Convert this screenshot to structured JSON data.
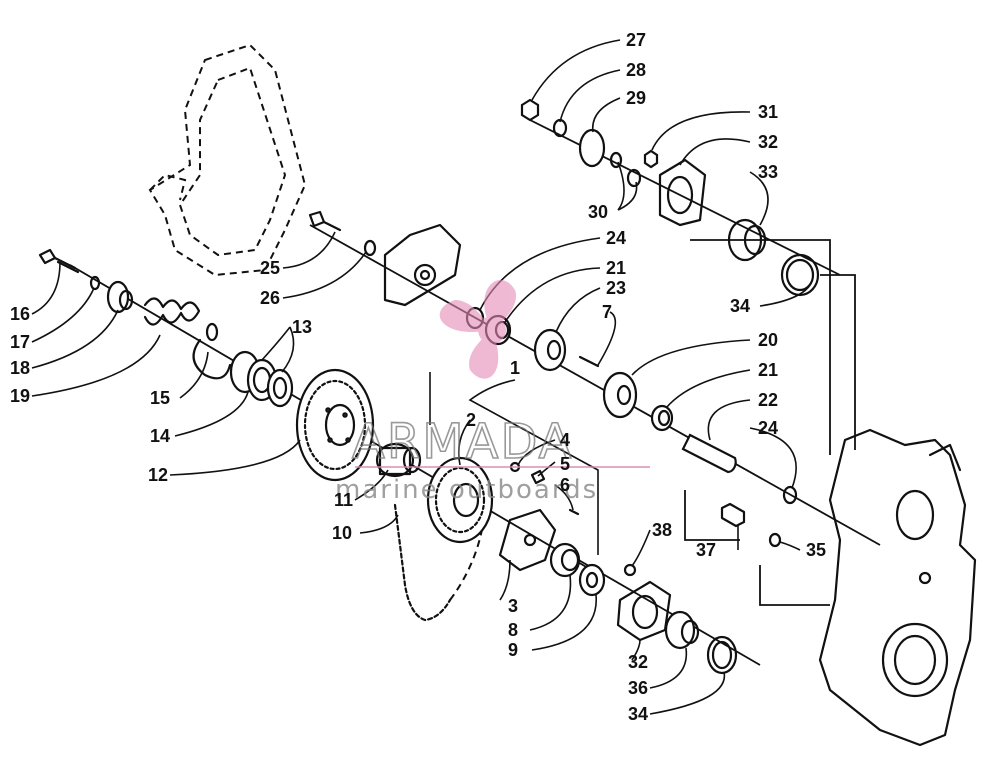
{
  "callouts": [
    "27",
    "28",
    "29",
    "31",
    "32",
    "33",
    "30",
    "24",
    "21",
    "23",
    "7",
    "25",
    "26",
    "16",
    "17",
    "18",
    "19",
    "13",
    "15",
    "14",
    "12",
    "1",
    "20",
    "21",
    "22",
    "24",
    "2",
    "4",
    "5",
    "6",
    "11",
    "10",
    "3",
    "8",
    "9",
    "38",
    "37",
    "35",
    "32",
    "36",
    "34",
    "34"
  ],
  "watermark": {
    "brand": "ARMADA",
    "tagline": "marine outboards",
    "colors": {
      "propeller": "#e58cb8",
      "text": "#8a8a8a",
      "rule": "#d58ab0"
    }
  }
}
